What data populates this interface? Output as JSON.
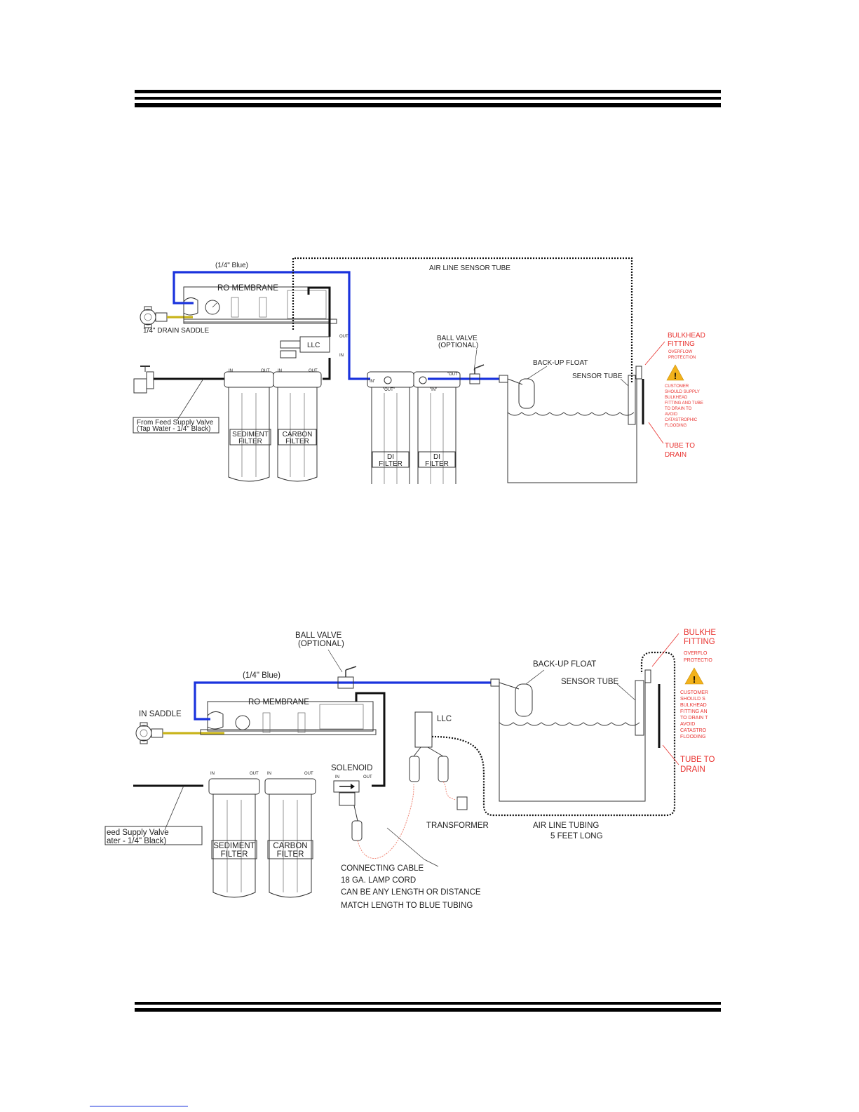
{
  "diagram1": {
    "blue_tube_label": "(1/4\" Blue)",
    "ro_membrane": "RO MEMBRANE",
    "drain_saddle": "1/4\" DRAIN SADDLE",
    "air_line": "AIR LINE SENSOR TUBE",
    "llc": "LLC",
    "llc_out": "OUT",
    "llc_in": "IN",
    "ball_valve_1": "BALL VALVE",
    "ball_valve_2": "(OPTIONAL)",
    "backup_float": "BACK-UP FLOAT",
    "sensor_tube": "SENSOR TUBE",
    "feed_1": "From Feed Supply Valve",
    "feed_2": "(Tap Water - 1/4\" Black)",
    "port_in": "IN",
    "port_out": "OUT",
    "port_in_q": "\"IN\"",
    "port_out_q": "\"OUT\"",
    "sediment_1": "SEDIMENT",
    "filter": "FILTER",
    "carbon_1": "CARBON",
    "di_1": "DI",
    "bulkhead_1": "BULKHEAD",
    "bulkhead_2": "FITTING",
    "overflow_1": "OVERFLOW",
    "overflow_2": "PROTECTION",
    "customer_lines": [
      "CUSTOMER",
      "SHOULD SUPPLY",
      "BULKHEAD",
      "FITTING AND TUBE",
      "TO DRAIN TO",
      "AVOID",
      "CATASTROPHIC",
      "FLOODING"
    ],
    "tube_drain_1": "TUBE TO",
    "tube_drain_2": "DRAIN"
  },
  "diagram2": {
    "ball_valve_1": "BALL VALVE",
    "ball_valve_2": "(OPTIONAL)",
    "blue_tube_label": "(1/4\" Blue)",
    "ro_membrane": "RO MEMBRANE",
    "drain_saddle": "IN SADDLE",
    "backup_float": "BACK-UP FLOAT",
    "sensor_tube": "SENSOR TUBE",
    "llc": "LLC",
    "solenoid": "SOLENOID",
    "port_in": "IN",
    "port_out": "OUT",
    "transformer": "TRANSFORMER",
    "air_tubing_1": "AIR LINE TUBING",
    "air_tubing_2": "5 FEET LONG",
    "feed_1": "eed Supply Valve",
    "feed_2": "ater - 1/4\" Black)",
    "sediment_1": "SEDIMENT",
    "carbon_1": "CARBON",
    "filter": "FILTER",
    "cable_1": "CONNECTING CABLE",
    "cable_2": "18 GA. LAMP CORD",
    "cable_3": "CAN BE ANY LENGTH OR DISTANCE",
    "cable_4": "MATCH LENGTH TO BLUE TUBING",
    "bulkhead_1": "BULKHE",
    "bulkhead_2": "FITTING",
    "overflow_1": "OVERFLO",
    "overflow_2": "PROTECTIO",
    "customer_lines": [
      "CUSTOMER",
      "SHOULD S",
      "BULKHEAD",
      "FITTING AN",
      "TO DRAIN T",
      "AVOID",
      "CATASTRO",
      "FLOODING"
    ],
    "tube_drain_1": "TUBE TO",
    "tube_drain_2": "DRAIN"
  }
}
